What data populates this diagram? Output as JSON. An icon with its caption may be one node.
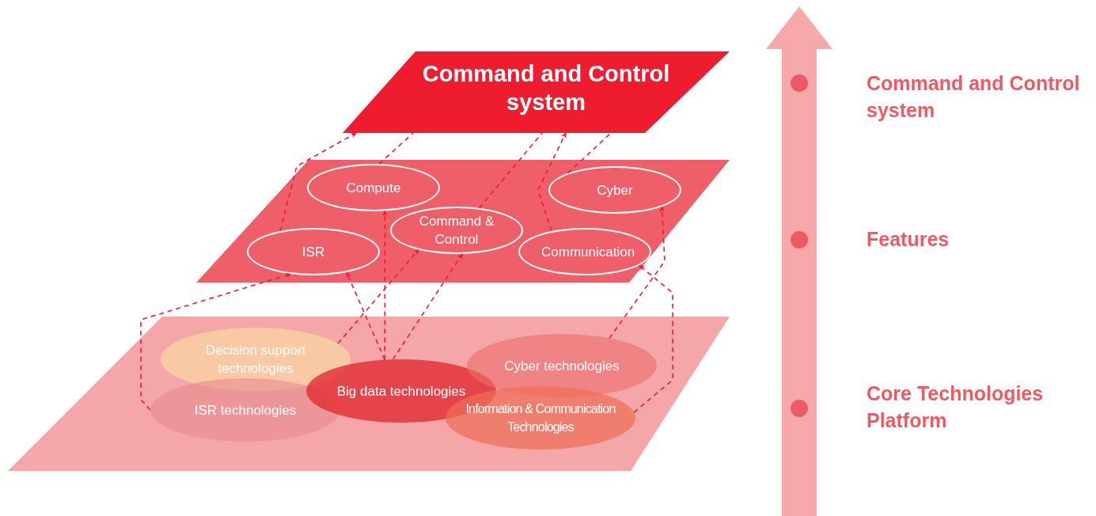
{
  "diagram": {
    "nodes": [
      {
        "text": [
          "Command and Control system"
        ]
      },
      {
        "text": [],
        "shape": "parallelogram"
      },
      {
        "text": [
          "Compute"
        ],
        "in": 1
      },
      {
        "text": [
          "Cyber"
        ],
        "in": 1
      },
      {
        "text": [
          "ISR"
        ],
        "in": 1
      },
      {
        "text": [
          "Command & Control"
        ],
        "in": 1
      },
      {
        "text": [
          "Communication"
        ],
        "in": 1
      },
      {
        "text": [],
        "shape": "parallelogram"
      },
      {
        "text": [
          "Decision support technologies"
        ],
        "in": 7
      },
      {
        "text": [
          "ISR technologies"
        ],
        "in": 7
      },
      {
        "text": [
          "Big data technologies"
        ],
        "in": 7
      },
      {
        "text": [
          "Cyber technologies"
        ],
        "in": 7
      },
      {
        "text": [
          "Information & Communication Technologies"
        ],
        "in": 7
      }
    ],
    "edges": [
      {
        "from": 9,
        "to": 4,
        "arrow": "to",
        "style": "dashed"
      },
      {
        "from": 10,
        "to": 4,
        "arrow": "to",
        "style": "dashed"
      },
      {
        "from": 10,
        "to": 2,
        "arrow": "to",
        "style": "dashed"
      },
      {
        "from": 8,
        "to": 5,
        "arrow": "to",
        "style": "dashed"
      },
      {
        "from": 10,
        "to": 5,
        "arrow": "to",
        "style": "dashed"
      },
      {
        "from": 11,
        "to": 3,
        "arrow": "to",
        "style": "dashed"
      },
      {
        "from": 12,
        "to": 6,
        "arrow": "to",
        "style": "dashed"
      },
      {
        "from": 2,
        "to": 0,
        "arrow": "none",
        "style": "dashed"
      },
      {
        "from": 4,
        "to": 0,
        "arrow": "to",
        "style": "dashed"
      },
      {
        "from": 5,
        "to": 0,
        "arrow": "none",
        "style": "dashed"
      },
      {
        "from": 3,
        "to": 0,
        "arrow": "none",
        "style": "dashed"
      },
      {
        "from": 6,
        "to": 0,
        "arrow": "to",
        "style": "dashed"
      }
    ],
    "labels": [
      "Command and Control system",
      "Features",
      "Core Technologies Platform"
    ]
  }
}
